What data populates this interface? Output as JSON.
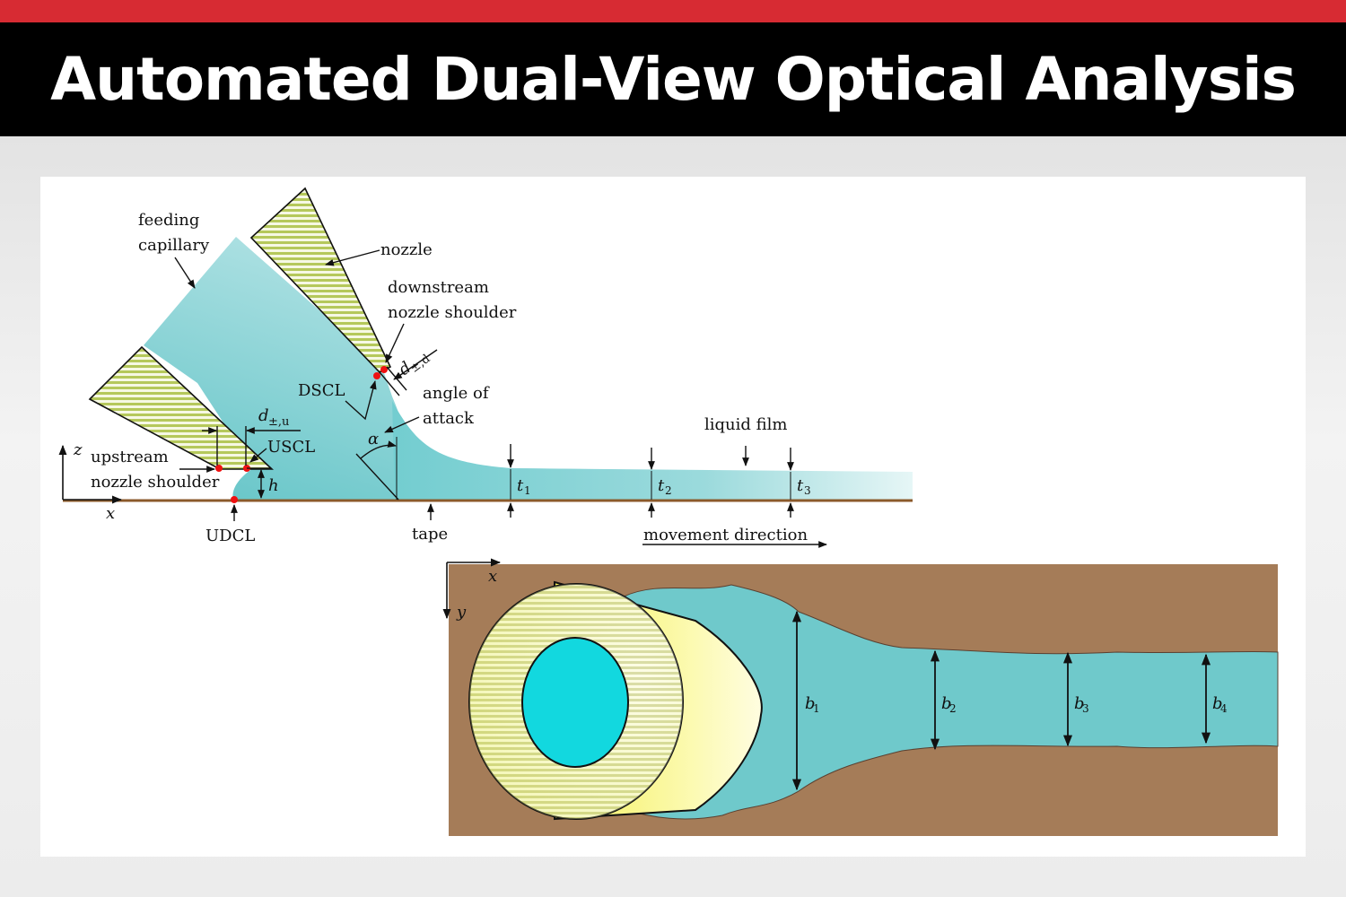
{
  "header": {
    "title": "Automated Dual-View Optical Analysis"
  },
  "side_view": {
    "labels": {
      "feeding1": "feeding",
      "feeding2": "capillary",
      "nozzle": "nozzle",
      "downstream1": "downstream",
      "downstream2": "nozzle shoulder",
      "dscl": "DSCL",
      "angle1": "angle of",
      "angle2": "attack",
      "liquid_film": "liquid film",
      "upstream1": "upstream",
      "upstream2": "nozzle shoulder",
      "uscl": "USCL",
      "udcl": "UDCL",
      "tape": "tape",
      "movement": "movement direction",
      "z": "z",
      "x": "x",
      "h": "h",
      "alpha": "α",
      "t": "t",
      "t1": "1",
      "t2": "2",
      "t3": "3",
      "d": "d",
      "d_sub_d": "±,d",
      "d_sub_u": "±,u"
    }
  },
  "top_view": {
    "labels": {
      "x": "x",
      "y": "y",
      "b": "b",
      "b1": "1",
      "b2": "2",
      "b3": "3",
      "b4": "4"
    }
  },
  "colors": {
    "accent_red": "#d72b33",
    "liquid": "#6ecacd",
    "tape": "#a57c58",
    "nozzle_green": "#c7d87a",
    "cap_yellow": "#f3f06a",
    "bore_cyan": "#12d8df"
  }
}
